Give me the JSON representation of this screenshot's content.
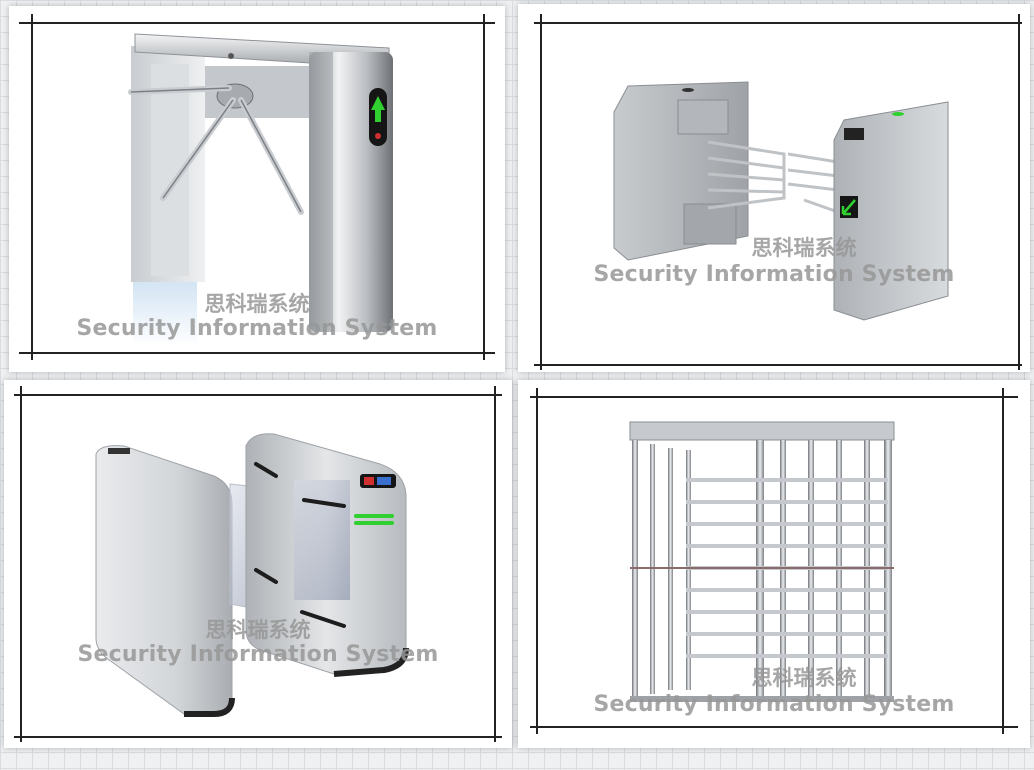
{
  "photos": [
    {
      "subject": "tripod-turnstile",
      "watermark_cn": "思科瑞系统",
      "watermark_en": "Security Information System"
    },
    {
      "subject": "swing-gate-turnstile",
      "watermark_cn": "思科瑞系统",
      "watermark_en": "Security Information System"
    },
    {
      "subject": "flap-barrier-turnstile",
      "watermark_cn": "思科瑞系统",
      "watermark_en": "Security Information System"
    },
    {
      "subject": "full-height-turnstile",
      "watermark_cn": "思科瑞系统",
      "watermark_en": "Security Information System"
    }
  ],
  "colors": {
    "steel_light": "#e6e8ea",
    "steel_mid": "#b9bdc1",
    "steel_dark": "#7d8186",
    "indicator_green": "#2fd02f",
    "indicator_bg": "#151515"
  }
}
